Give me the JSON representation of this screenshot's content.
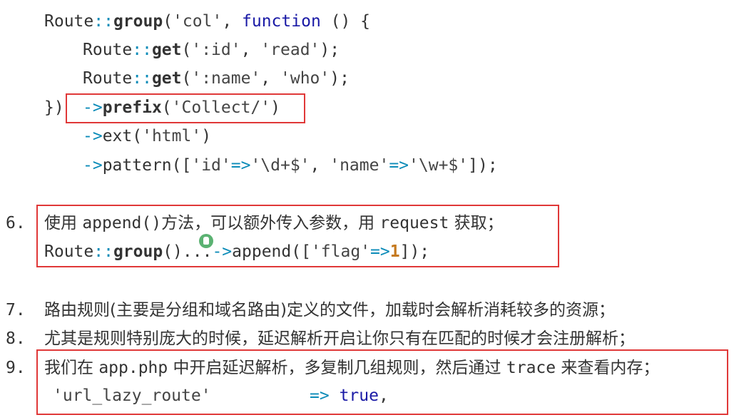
{
  "code": {
    "l1": {
      "a": "Route",
      "b": "::",
      "c": "group",
      "d": "(",
      "e": "'col'",
      "f": ", ",
      "g": "function",
      "h": " () {"
    },
    "l2": {
      "a": "Route",
      "b": "::",
      "c": "get",
      "d": "(",
      "e": "':id'",
      "f": ", ",
      "g": "'read'",
      "h": ");"
    },
    "l3": {
      "a": "Route",
      "b": "::",
      "c": "get",
      "d": "(",
      "e": "':name'",
      "f": ", ",
      "g": "'who'",
      "h": ");"
    },
    "l4": {
      "a": "})",
      "b": "->",
      "c": "prefix",
      "d": "(",
      "e": "'Collect/'",
      "f": ")"
    },
    "l5": {
      "a": "->",
      "b": "ext",
      "c": "(",
      "d": "'html'",
      "e": ")"
    },
    "l6": {
      "a": "->",
      "b": "pattern",
      "c": "([",
      "d": "'id'",
      "e": "=>",
      "f": "'\\d+$'",
      "g": ", ",
      "h": "'name'",
      "i": "=>",
      "j": "'\\w+$'",
      "k": "]);"
    }
  },
  "items": [
    {
      "num": "6.",
      "text_a": "使用 ",
      "text_b": "append()",
      "text_c": "方法，可以额外传入参数，用 ",
      "text_d": "request",
      "text_e": " 获取；",
      "code": {
        "a": "Route",
        "b": "::",
        "c": "group",
        "d": "()...",
        "e": "->",
        "f": "append",
        "g": "([",
        "h": "'flag'",
        "i": "=>",
        "j": "1",
        "k": "]);"
      }
    },
    {
      "num": "7.",
      "text": "路由规则(主要是分组和域名路由)定义的文件，加载时会解析消耗较多的资源；"
    },
    {
      "num": "8.",
      "text": "尤其是规则特别庞大的时候，延迟解析开启让你只有在匹配的时候才会注册解析；"
    },
    {
      "num": "9.",
      "text_a": "我们在 ",
      "text_b": "app.php",
      "text_c": " 中开启延迟解析，多复制几组规则，然后通过 ",
      "text_d": "trace",
      "text_e": " 来查看内存；",
      "code": {
        "a": "'url_lazy_route'",
        "b": "=>",
        "c": "true",
        "d": ","
      }
    }
  ],
  "colors": {
    "highlight_box": "#e03838",
    "operator": "#0b8bb8",
    "keyword": "#1a1aa6",
    "number": "#c5791e"
  }
}
